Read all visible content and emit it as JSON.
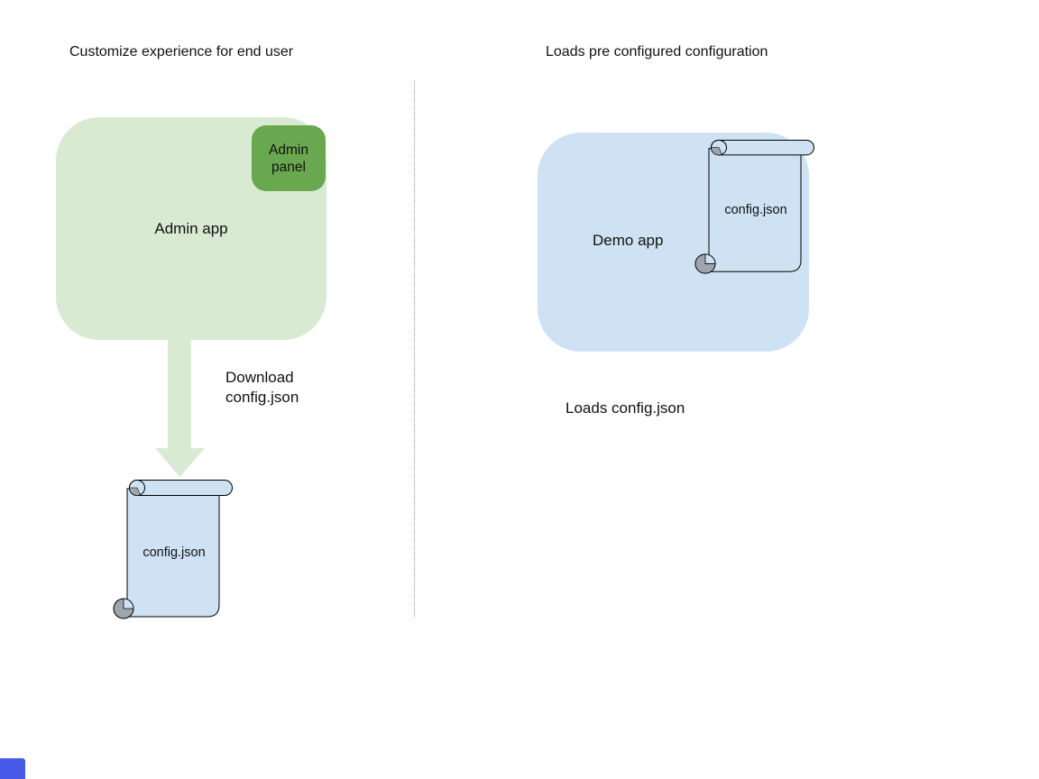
{
  "colors": {
    "light_green": "#d9ead3",
    "medium_green": "#6aa84f",
    "light_blue": "#cfe2f3",
    "stroke": "#000000",
    "curl_gray": "#9da6ae",
    "divider_gray": "#999999",
    "text": "#111111",
    "corner_square_blue": "#4759e8"
  },
  "left": {
    "title": "Customize experience for end user",
    "admin_app_label": "Admin app",
    "admin_panel_label": "Admin panel",
    "download_label_line1": "Download",
    "download_label_line2": "config.json",
    "config_file_label": "config.json"
  },
  "right": {
    "title": "Loads pre configured configuration",
    "demo_app_label": "Demo app",
    "config_file_label": "config.json",
    "caption": "Loads config.json"
  }
}
